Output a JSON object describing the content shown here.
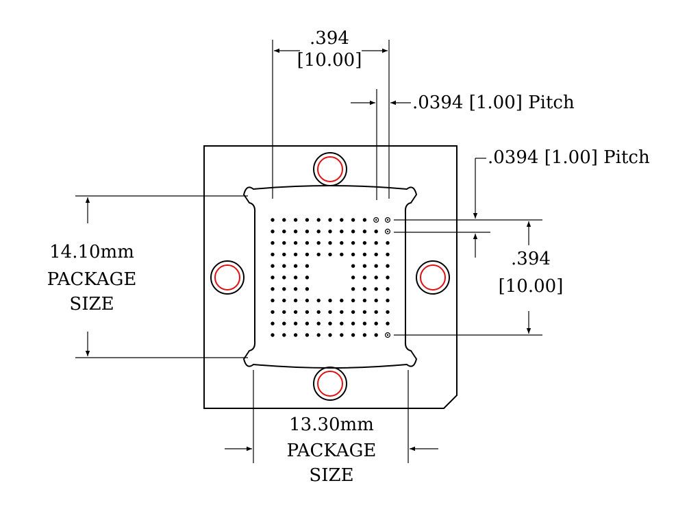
{
  "dimensions": {
    "top_width": {
      "inch": ".394",
      "mm": "[10.00]"
    },
    "column_pitch": ".0394 [1.00] Pitch",
    "row_pitch": ".0394 [1.00] Pitch",
    "right_height": {
      "inch": ".394",
      "mm": "[10.00]"
    },
    "package_height": {
      "value": "14.10mm",
      "line2": "PACKAGE",
      "line3": "SIZE"
    },
    "package_width": {
      "value": "13.30mm",
      "line2": "PACKAGE",
      "line3": "SIZE"
    }
  },
  "ball_grid": {
    "rows": 11,
    "columns": 11,
    "depopulated_center": {
      "rows": [
        4,
        5,
        6
      ],
      "columns": [
        4,
        5,
        6
      ]
    },
    "pin1_ring_marks": [
      [
        0,
        9
      ],
      [
        0,
        10
      ],
      [
        1,
        10
      ],
      [
        10,
        10
      ]
    ]
  },
  "colors": {
    "outline": "#000000",
    "pin_ring": "#e01010"
  },
  "mounting_holes": [
    "top",
    "left",
    "right",
    "bottom"
  ]
}
